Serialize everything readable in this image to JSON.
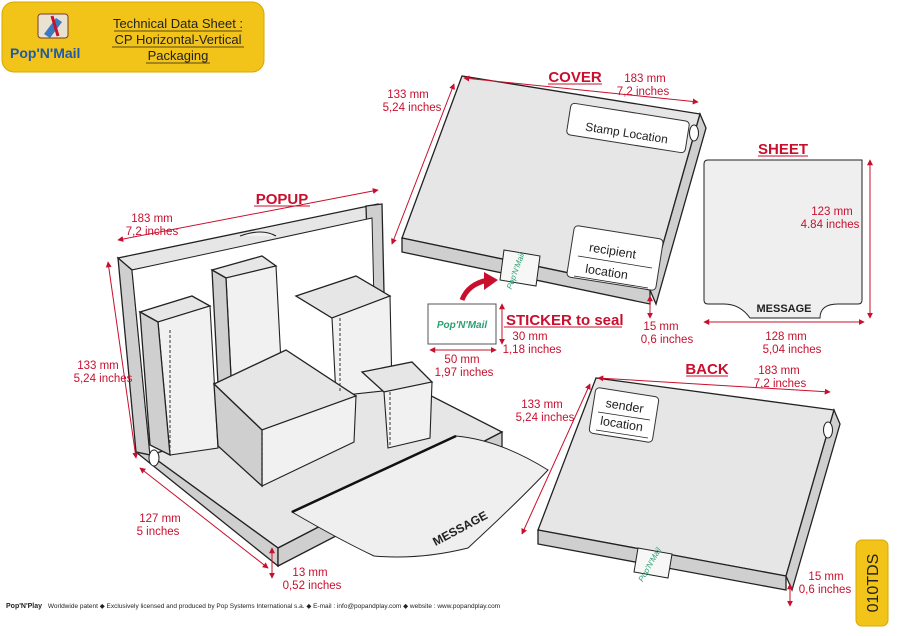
{
  "header": {
    "brand": "Pop'N'Mail",
    "title_lines": [
      "Technical Data Sheet :",
      "CP Horizontal-Vertical",
      "Packaging"
    ],
    "badge_bg": "#f2c318"
  },
  "popup": {
    "title": "POPUP",
    "width_mm": "183 mm",
    "width_in": "7,2 inches",
    "height_mm": "133 mm",
    "height_in": "5,24 inches",
    "depth_mm": "127 mm",
    "depth_in": "5 inches",
    "thick_mm": "13 mm",
    "thick_in": "0,52 inches",
    "message": "MESSAGE"
  },
  "cover": {
    "title": "COVER",
    "width_mm": "183 mm",
    "width_in": "7,2 inches",
    "height_mm": "133 mm",
    "height_in": "5,24 inches",
    "thick_mm": "15 mm",
    "thick_in": "0,6 inches",
    "stamp": "Stamp Location",
    "recipient": "recipient",
    "location": "location"
  },
  "sheet": {
    "title": "SHEET",
    "height_mm": "123 mm",
    "height_in": "4.84 inches",
    "width_mm": "128 mm",
    "width_in": "5,04 inches",
    "message": "MESSAGE"
  },
  "sticker": {
    "title": "STICKER to seal",
    "brand": "Pop'N'Mail",
    "width_mm": "50 mm",
    "width_in": "1,97 inches",
    "height_mm": "30 mm",
    "height_in": "1,18 inches"
  },
  "back": {
    "title": "BACK",
    "width_mm": "183 mm",
    "width_in": "7,2 inches",
    "height_mm": "133 mm",
    "height_in": "5,24 inches",
    "thick_mm": "15 mm",
    "thick_in": "0,6 inches",
    "sender": "sender",
    "location": "location"
  },
  "ref_code": "010TDS",
  "footer": {
    "brand": "Pop'N'Play",
    "text": "Worldwide patent ◆ Exclusively licensed and produced by Pop Systems International s.a. ◆ E-mail : info@popandplay.com ◆ website : www.popandplay.com"
  },
  "colors": {
    "accent": "#c8102e",
    "badge": "#f2c318",
    "panel": "#e6e6e6"
  }
}
